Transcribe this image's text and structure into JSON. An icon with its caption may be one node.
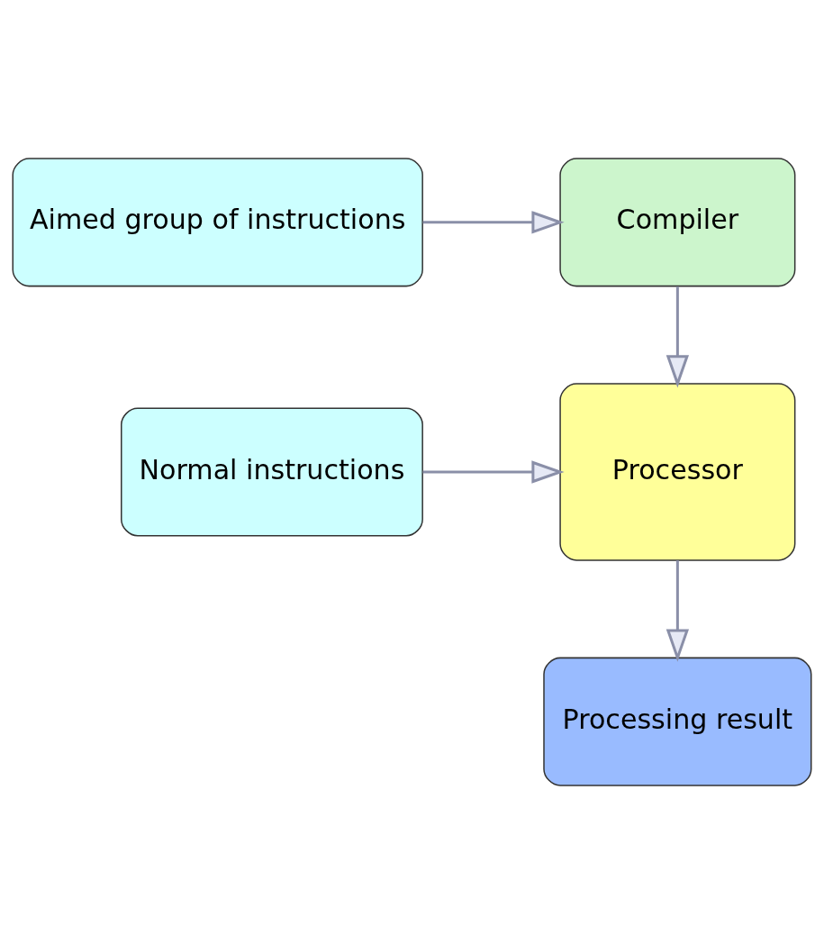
{
  "diagram": {
    "nodes": [
      {
        "text": [
          "Compiler"
        ]
      },
      {
        "text": [
          "Aimed group of instructions"
        ]
      },
      {
        "text": [
          "Processor"
        ]
      },
      {
        "text": [
          "Normal instructions"
        ]
      },
      {
        "text": [
          "Processing result"
        ]
      }
    ],
    "edges": [
      {
        "from": 1,
        "to": 0,
        "arrow": "to"
      },
      {
        "from": 0,
        "to": 2,
        "arrow": "to"
      },
      {
        "from": 3,
        "to": 2,
        "arrow": "to"
      },
      {
        "from": 2,
        "to": 4,
        "arrow": "to"
      }
    ]
  }
}
